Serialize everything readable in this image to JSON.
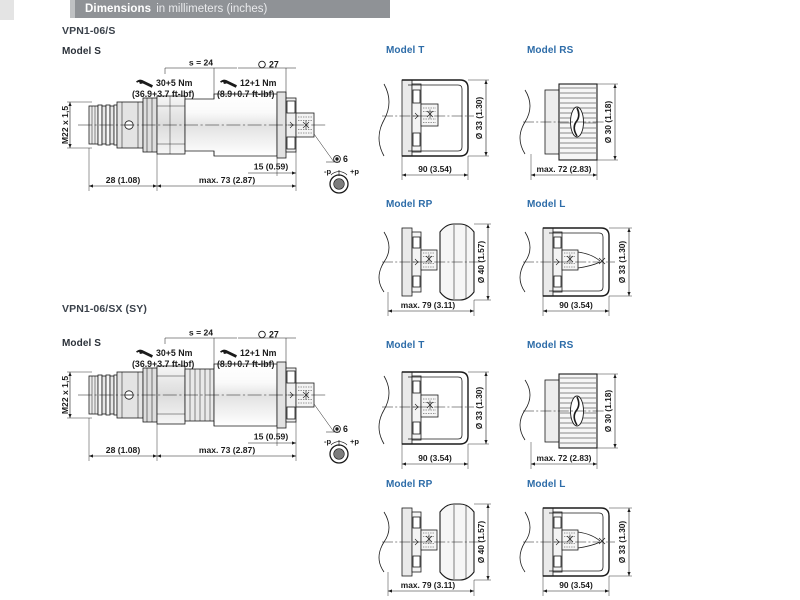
{
  "header": {
    "title_strong": "Dimensions",
    "title_light": "in millimeters (inches)"
  },
  "sections": [
    {
      "id": "vpn1-06-s",
      "title": "VPN1-06/S",
      "main_model": {
        "label": "Model S",
        "annotations": {
          "spanner_top": "s = 24",
          "torque_1_line1": "30+5 Nm",
          "torque_1_line2": "(36.9+3.7 ft-lbf)",
          "hex_top": "27",
          "torque_2_line1": "12+1 Nm",
          "torque_2_line2": "(8.9+0.7 ft-lbf)",
          "thread": "M22 x 1,5",
          "dim_left": "28 (1.08)",
          "dim_total": "max. 73 (2.87)",
          "dim_right": "15 (0.59)",
          "pin_count": "6",
          "port_minus": "-p",
          "port_plus": "+p"
        }
      },
      "variants": [
        {
          "label": "Model T",
          "dim_width": "90 (3.54)",
          "dim_dia": "Ø 33 (1.30)"
        },
        {
          "label": "Model RS",
          "dim_width": "max. 72 (2.83)",
          "dim_dia": "Ø 30 (1.18)"
        },
        {
          "label": "Model RP",
          "dim_width": "max. 79 (3.11)",
          "dim_dia": "Ø 40 (1.57)"
        },
        {
          "label": "Model L",
          "dim_width": "90 (3.54)",
          "dim_dia": "Ø 33 (1.30)"
        }
      ]
    },
    {
      "id": "vpn1-06-sx-sy",
      "title": "VPN1-06/SX (SY)",
      "main_model": {
        "label": "Model S",
        "annotations": {
          "spanner_top": "s = 24",
          "torque_1_line1": "30+5 Nm",
          "torque_1_line2": "(36.9+3.7 ft-lbf)",
          "hex_top": "27",
          "torque_2_line1": "12+1 Nm",
          "torque_2_line2": "(8.9+0.7 ft-lbf)",
          "thread": "M22 x 1,5",
          "dim_left": "28 (1.08)",
          "dim_total": "max. 73 (2.87)",
          "dim_right": "15 (0.59)",
          "pin_count": "6",
          "port_minus": "-p",
          "port_plus": "+p"
        }
      },
      "variants": [
        {
          "label": "Model T",
          "dim_width": "90 (3.54)",
          "dim_dia": "Ø 33 (1.30)"
        },
        {
          "label": "Model RS",
          "dim_width": "max. 72 (2.83)",
          "dim_dia": "Ø 30 (1.18)"
        },
        {
          "label": "Model RP",
          "dim_width": "max. 79 (3.11)",
          "dim_dia": "Ø 40 (1.57)"
        },
        {
          "label": "Model L",
          "dim_width": "90 (3.54)",
          "dim_dia": "Ø 33 (1.30)"
        }
      ]
    }
  ],
  "colors": {
    "header_bar": "#8f9296",
    "model_label": "#2d6ca8",
    "section_label": "#3b424b",
    "line": "#1b1b1b",
    "fill_light": "#f2f2f2",
    "fill_mid": "#d9d9d9"
  }
}
